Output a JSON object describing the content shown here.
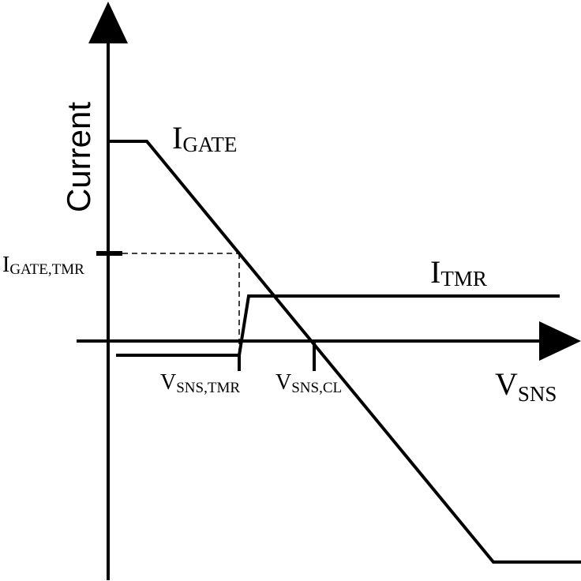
{
  "axes": {
    "y_label": "Current",
    "x_label_main": "V",
    "x_label_sub": "SNS"
  },
  "curves": {
    "igate": {
      "main": "I",
      "sub": "GATE"
    },
    "itmr": {
      "main": "I",
      "sub": "TMR"
    }
  },
  "markers": {
    "igate_tmr": {
      "main": "I",
      "sub": "GATE,TMR"
    },
    "vsns_tmr": {
      "main": "V",
      "sub": "SNS,TMR"
    },
    "vsns_cl": {
      "main": "V",
      "sub": "SNS,CL"
    }
  }
}
